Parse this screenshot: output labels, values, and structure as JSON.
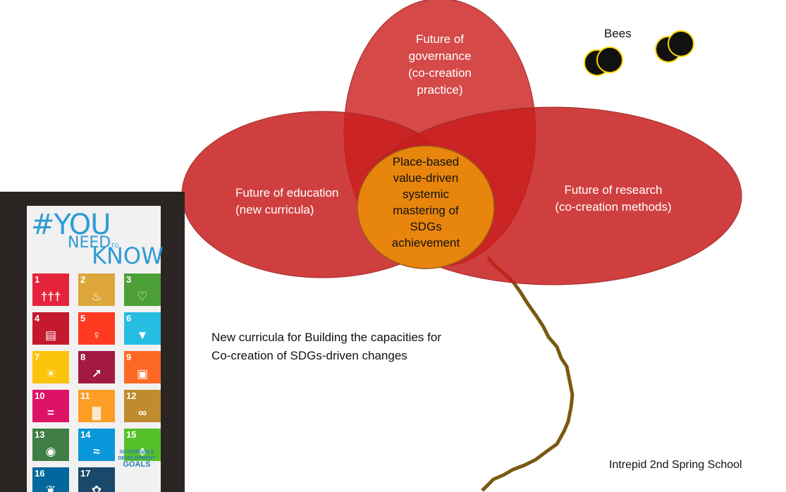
{
  "diagram": {
    "petals": {
      "governance": [
        "Future of",
        "governance",
        "(co-creation",
        "practice)"
      ],
      "education": [
        "Future of education",
        "(new curricula)"
      ],
      "research": [
        "Future of research",
        "(co-creation methods)"
      ]
    },
    "center": [
      "Place-based",
      "value-driven",
      "systemic",
      "mastering of",
      "SDGs",
      "achievement"
    ],
    "bees_label": "Bees",
    "caption": [
      "New curricula for Building the capacities for",
      "Co-creation of SDGs-driven changes"
    ],
    "footer": "Intrepid 2nd Spring School"
  },
  "poster": {
    "hash": "#YOU",
    "need": "NEED",
    "to": "TO",
    "know": "KNOW",
    "goals_label": [
      "SUSTAINABLE",
      "DEVELOPMENT"
    ],
    "goals_big": "GOALS",
    "tiles": [
      {
        "num": "1",
        "color": "#e5243b",
        "icon": "person-group-icon",
        "glyph": "†††"
      },
      {
        "num": "2",
        "color": "#dda63a",
        "icon": "bowl-icon",
        "glyph": "♨"
      },
      {
        "num": "3",
        "color": "#4c9f38",
        "icon": "heartbeat-icon",
        "glyph": "♡"
      },
      {
        "num": "4",
        "color": "#c5192d",
        "icon": "book-icon",
        "glyph": "▤"
      },
      {
        "num": "5",
        "color": "#ff3a21",
        "icon": "gender-equality-icon",
        "glyph": "♀"
      },
      {
        "num": "6",
        "color": "#26bde2",
        "icon": "water-drop-icon",
        "glyph": "▼"
      },
      {
        "num": "7",
        "color": "#fcc30b",
        "icon": "sun-icon",
        "glyph": "☀"
      },
      {
        "num": "8",
        "color": "#a21942",
        "icon": "growth-chart-icon",
        "glyph": "↗"
      },
      {
        "num": "9",
        "color": "#fd6925",
        "icon": "cubes-icon",
        "glyph": "▣"
      },
      {
        "num": "10",
        "color": "#dd1367",
        "icon": "equal-icon",
        "glyph": "="
      },
      {
        "num": "11",
        "color": "#fd9d24",
        "icon": "city-icon",
        "glyph": "▓"
      },
      {
        "num": "12",
        "color": "#bf8b2e",
        "icon": "infinity-icon",
        "glyph": "∞"
      },
      {
        "num": "13",
        "color": "#3f7e44",
        "icon": "eye-globe-icon",
        "glyph": "◉"
      },
      {
        "num": "14",
        "color": "#0a97d9",
        "icon": "fish-icon",
        "glyph": "≈"
      },
      {
        "num": "15",
        "color": "#56c02b",
        "icon": "tree-icon",
        "glyph": "♣"
      },
      {
        "num": "16",
        "color": "#00689d",
        "icon": "dove-icon",
        "glyph": "❦"
      },
      {
        "num": "17",
        "color": "#19486a",
        "icon": "flower-rings-icon",
        "glyph": "✿"
      }
    ]
  }
}
